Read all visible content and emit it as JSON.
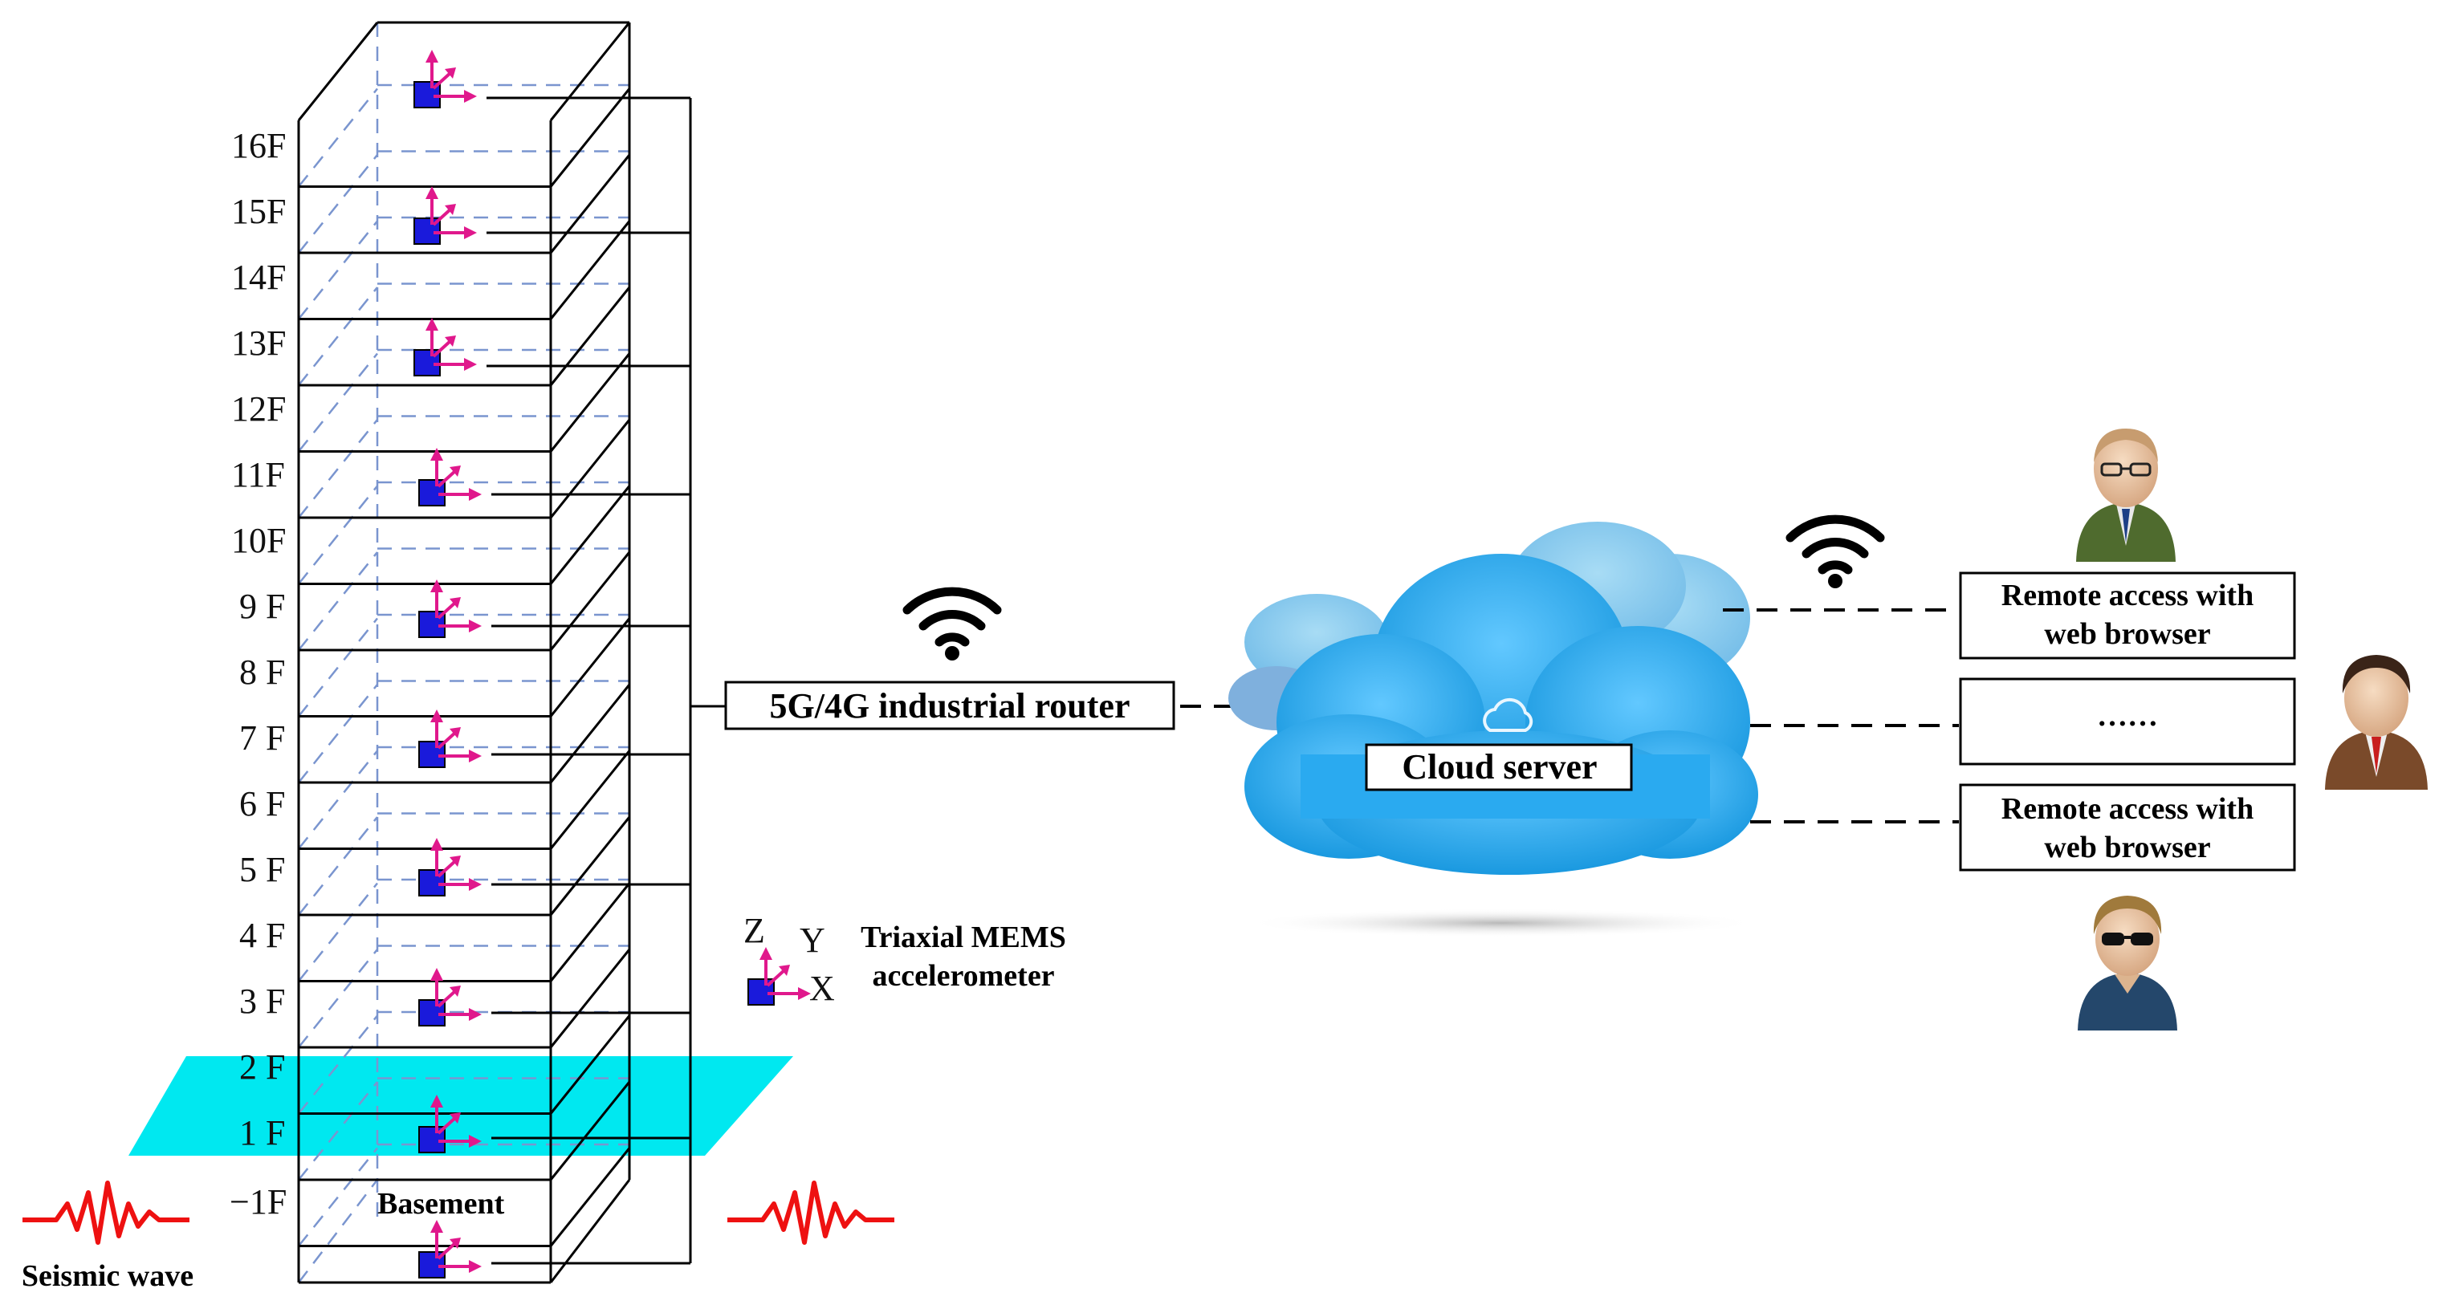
{
  "floors": [
    "16F",
    "15F",
    "14F",
    "13F",
    "12F",
    "11F",
    "10F",
    "9 F",
    "8 F",
    "7 F",
    "6 F",
    "5 F",
    "4 F",
    "3 F",
    "2 F",
    "1 F",
    "−1F"
  ],
  "basement_label": "Basement",
  "seismic_label": "Seismic wave",
  "legend": {
    "axis_z": "Z",
    "axis_y": "Y",
    "axis_x": "X",
    "line1": "Triaxial MEMS",
    "line2": "accelerometer"
  },
  "router_label": "5G/4G industrial router",
  "cloud_label": "Cloud server",
  "access_boxes": [
    {
      "line1": "Remote access with",
      "line2": "web browser"
    },
    {
      "line1": "……",
      "line2": ""
    },
    {
      "line1": "Remote access with",
      "line2": "web browser"
    }
  ],
  "colors": {
    "sensor_body": "#1a1adb",
    "sensor_arrows": "#e0188c",
    "ground_plane": "#00e8f0",
    "cloud": "#1aa6e8",
    "seismic_wave": "#ee1111"
  }
}
